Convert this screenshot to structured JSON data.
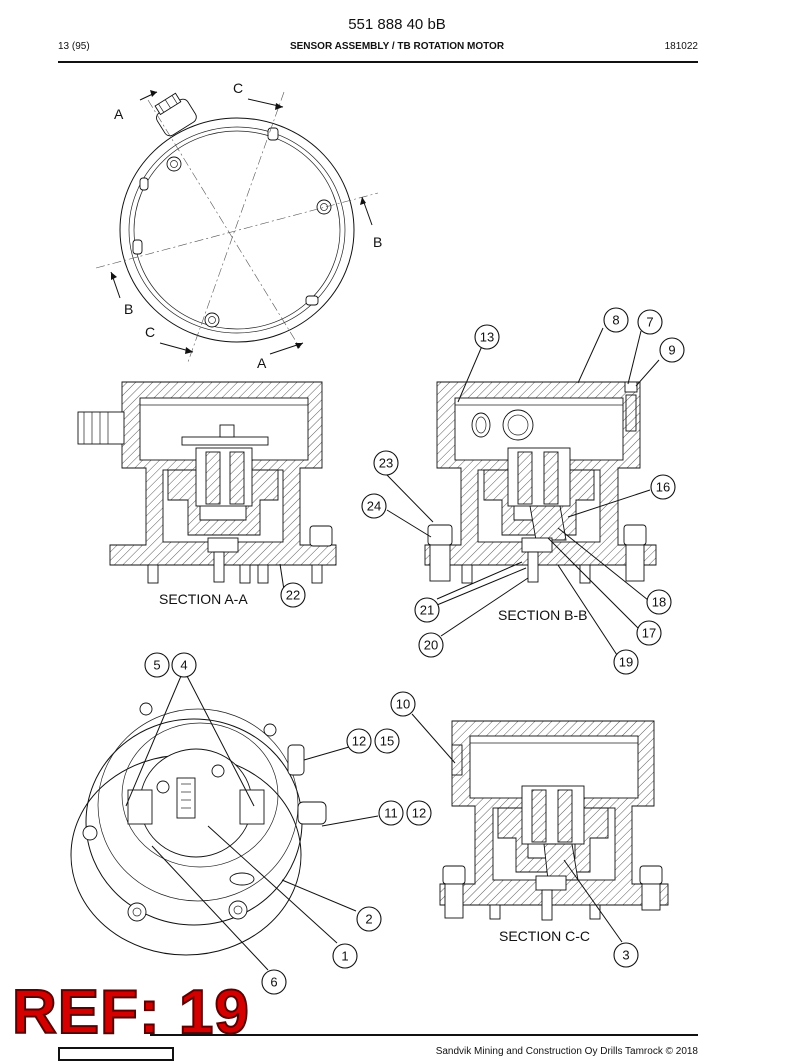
{
  "header": {
    "doc_number": "551 888 40 bB",
    "page": "13 (95)",
    "title": "SENSOR ASSEMBLY / TB ROTATION MOTOR",
    "code": "181022"
  },
  "footer": {
    "copyright": "Sandvik Mining and Construction Oy Drills Tamrock © 2018"
  },
  "ref_tag": "REF: 19",
  "section_marks": {
    "a": "A",
    "b": "B",
    "c": "C"
  },
  "section_labels": {
    "aa": "SECTION A-A",
    "bb": "SECTION B-B",
    "cc": "SECTION C-C"
  },
  "callouts": [
    "1",
    "2",
    "3",
    "4",
    "5",
    "6",
    "7",
    "8",
    "9",
    "10",
    "11",
    "12",
    "12",
    "13",
    "15",
    "16",
    "17",
    "18",
    "19",
    "20",
    "21",
    "22",
    "23",
    "24"
  ]
}
